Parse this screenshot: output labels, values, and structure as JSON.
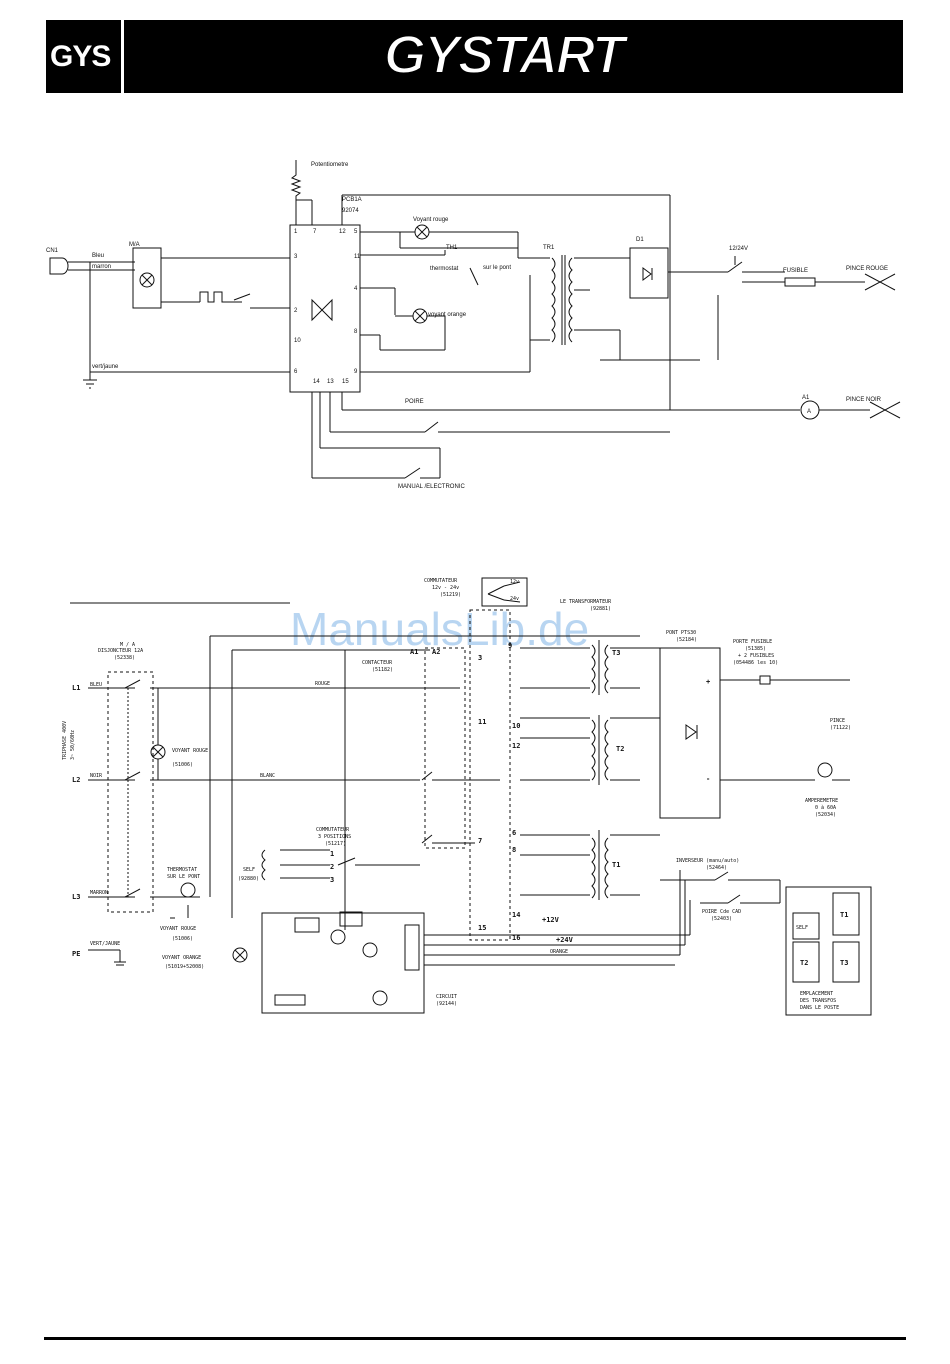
{
  "header": {
    "logo_text": "GYS",
    "product_title": "GYSTART"
  },
  "diagram1": {
    "cn1": "CN1",
    "bleu": "Bleu",
    "marron": "marron",
    "vert_jaune": "vert/jaune",
    "ma": "M/A",
    "potentiometre": "Potentiometre",
    "pcb_ref": "PCB1A",
    "pcb_num": "92074",
    "voyant_rouge": "Voyant rouge",
    "voyant_orange": "voyant orange",
    "th1": "TH1",
    "thermostat": "thermostat",
    "sur_le_pont": "sur le pont",
    "tr1": "TR1",
    "d1": "D1",
    "v1224": "12/24V",
    "fusible": "FUSIBLE",
    "pince_rouge": "PINCE ROUGE",
    "pince_noir": "PINCE NOIR",
    "a1": "A1",
    "a": "A",
    "poire": "POIRE",
    "manual": "MANUAL /ELECTRONIC",
    "pins": [
      "1",
      "7",
      "12",
      "3",
      "11",
      "5",
      "2",
      "4",
      "8",
      "10",
      "6",
      "14",
      "13",
      "15",
      "9"
    ]
  },
  "diagram2": {
    "watermark": "ManualsLib.de",
    "commutateur_top": "COMMUTATEUR",
    "commutateur_top_v": "12v - 24v",
    "commutateur_top_ref": "(51219)",
    "v12": "12v",
    "v24": "24v",
    "le_transformateur": "LE TRANSFORMATEUR",
    "transfo_ref": "(92881)",
    "ma": "M / A",
    "disjoncteur": "DISJONCTEUR 12A",
    "disj_ref": "(52338)",
    "contacteur": "CONTACTEUR",
    "contacteur_ref": "(51182)",
    "pont": "PONT PTS30",
    "pont_ref": "(52184)",
    "porte_fusible": "PORTE FUSIBLE",
    "pf_ref": "(51385)",
    "fusibles": "+ 2 FUSIBLES",
    "fusibles_ref": "(054486 les 10)",
    "pince": "PINCE",
    "pince_ref": "(71122)",
    "amperemetre": "AMPEREMETRE",
    "amp_range": "0 à 60A",
    "amp_ref": "(52034)",
    "triphase": "TRIPHASE 400V",
    "triphase_hz": "3~ 50/60Hz",
    "l1": "L1",
    "l2": "L2",
    "l3": "L3",
    "pe": "PE",
    "vert_jaune": "VERT/JAUNE",
    "voyant_rouge": "VOYANT ROUGE",
    "voyant_rouge_ref": "(51006)",
    "thermostat": "THERMOSTAT",
    "sur_le_pont": "SUR LE PONT",
    "voyant_rouge2": "VOYANT ROUGE",
    "voyant_rouge2_ref": "(51006)",
    "voyant_orange": "VOYANT ORANGE",
    "voyant_orange_ref": "(51019+52008)",
    "commutateur3": "COMMUTATEUR",
    "positions3": "3 POSITIONS",
    "comm3_ref": "(51217)",
    "self": "SELF",
    "self_ref": "(92880)",
    "inverseur": "INVERSEUR (manu/auto)",
    "inverseur_ref": "(52464)",
    "poire": "POIRE Cde CAD",
    "poire_ref": "(52403)",
    "circuit": "CIRCUIT",
    "circuit_ref": "(92144)",
    "p12v": "+12V",
    "p24v": "+24V",
    "t1": "T1",
    "t2": "T2",
    "t3": "T3",
    "a1": "A1",
    "a2": "A2",
    "plus": "+",
    "minus": "-",
    "emplacement1": "EMPLACEMENT",
    "emplacement2": "DES TRANSFOS",
    "emplacement3": "DANS LE POSTE",
    "box_self": "SELF",
    "box_t1": "T1",
    "box_t2": "T2",
    "box_t3": "T3",
    "wire_bleu": "BLEU",
    "wire_noir": "NOIR",
    "wire_rouge": "ROUGE",
    "wire_blanc": "BLANC",
    "wire_marron": "MARRON",
    "wire_orange": "ORANGE",
    "terminals": [
      "3",
      "9",
      "11",
      "10",
      "12",
      "7",
      "6",
      "8",
      "15",
      "14",
      "16",
      "1",
      "2",
      "3"
    ]
  }
}
